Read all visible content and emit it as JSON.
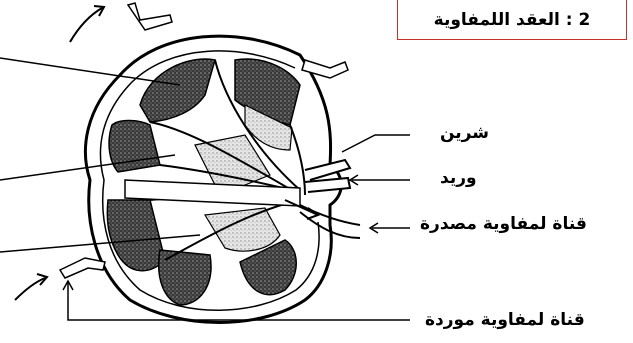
{
  "title": "2 : العقد اللمفاوية",
  "labels": {
    "artery": "شرين",
    "vein": "وريد",
    "efferent_duct": "قناة لمفاوية مصدرة",
    "afferent_duct": "قناة لمفاوية موردة"
  }
}
